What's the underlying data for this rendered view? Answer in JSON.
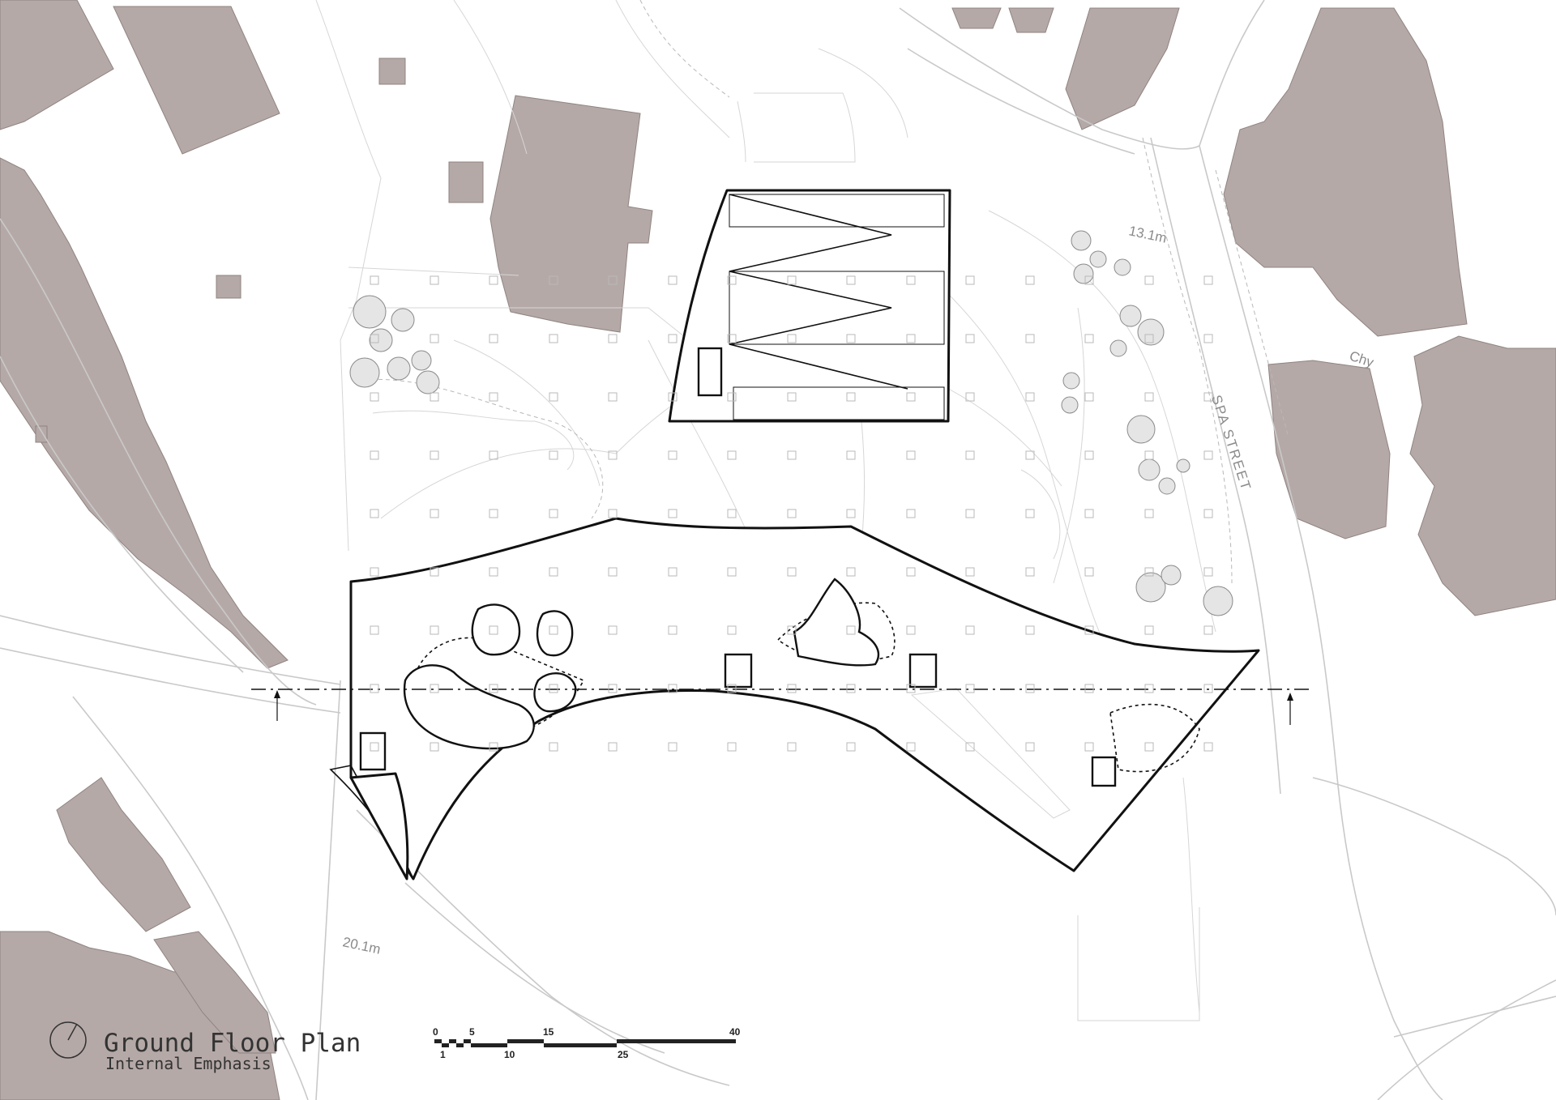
{
  "title": "Ground Floor Plan",
  "subtitle": "Internal Emphasis",
  "street_label": "SPA STREET",
  "level_labels": {
    "north_east": "13.1m",
    "south_west": "20.1m",
    "chimney": "Chy"
  },
  "scale_bar": {
    "top_ticks": [
      "0",
      "5",
      "15",
      "40"
    ],
    "bottom_ticks": [
      "1",
      "10",
      "25"
    ]
  },
  "colors": {
    "building_fill": "#b5a9a7",
    "line_work": "#111111",
    "context_lines": "#c9c9c9"
  },
  "icons": [
    "north-arrow-icon",
    "section-arrow-icon"
  ]
}
